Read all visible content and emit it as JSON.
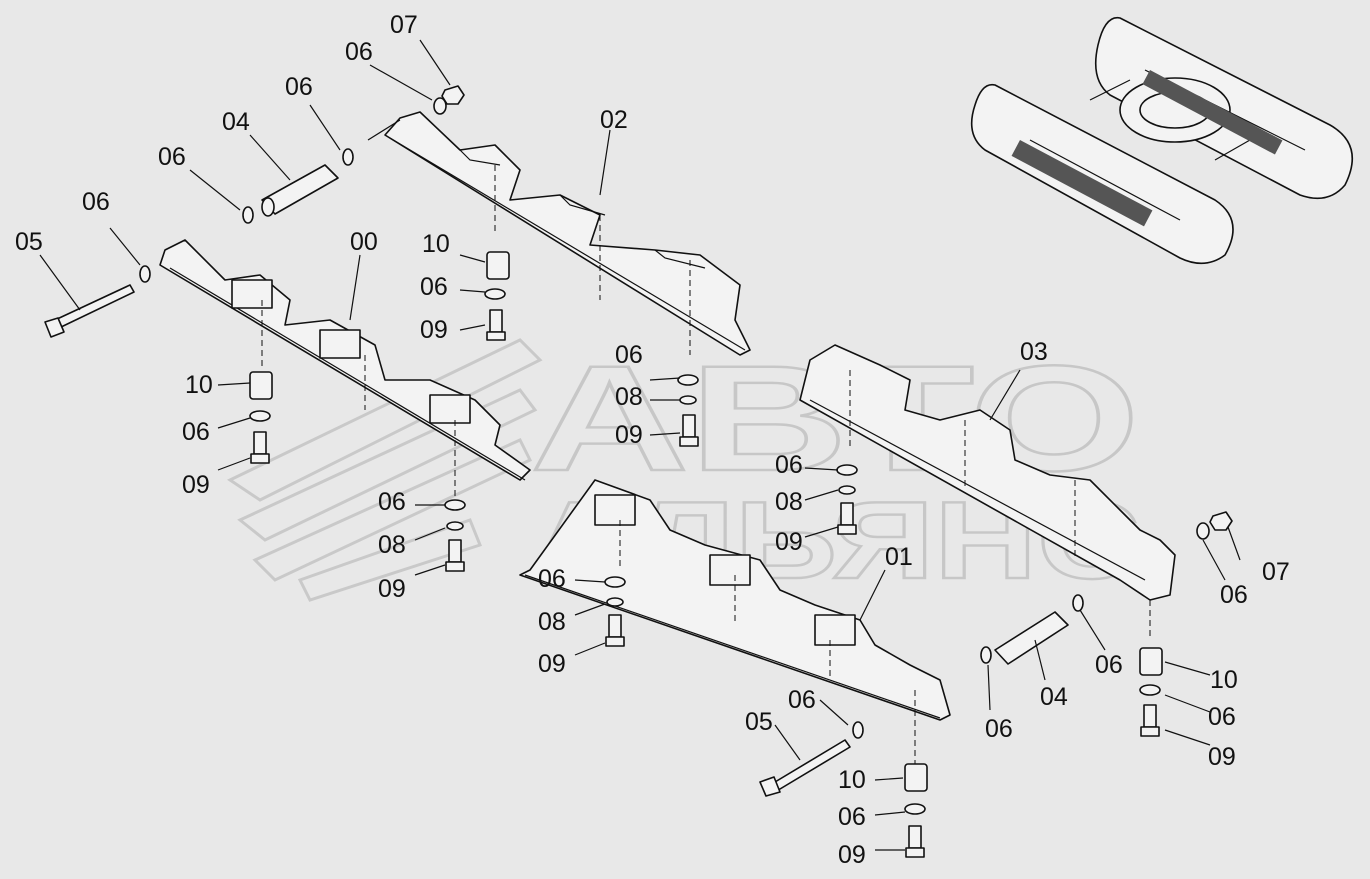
{
  "watermark": {
    "line1": "АВТО",
    "line2": "АЛЬЯНС"
  },
  "labels": {
    "l00": "00",
    "l01": "01",
    "l02": "02",
    "l03": "03",
    "l04a": "04",
    "l04b": "04",
    "l05a": "05",
    "l05b": "05",
    "l06a": "06",
    "l06b": "06",
    "l06c": "06",
    "l06d": "06",
    "l06e": "06",
    "l06f": "06",
    "l06g": "06",
    "l06h": "06",
    "l06i": "06",
    "l06j": "06",
    "l06k": "06",
    "l06l": "06",
    "l06m": "06",
    "l06n": "06",
    "l06o": "06",
    "l06p": "06",
    "l07a": "07",
    "l07b": "07",
    "l08a": "08",
    "l08b": "08",
    "l08c": "08",
    "l08d": "08",
    "l09a": "09",
    "l09b": "09",
    "l09c": "09",
    "l09d": "09",
    "l09e": "09",
    "l09f": "09",
    "l09g": "09",
    "l09h": "09",
    "l10a": "10",
    "l10b": "10",
    "l10c": "10",
    "l10d": "10"
  }
}
